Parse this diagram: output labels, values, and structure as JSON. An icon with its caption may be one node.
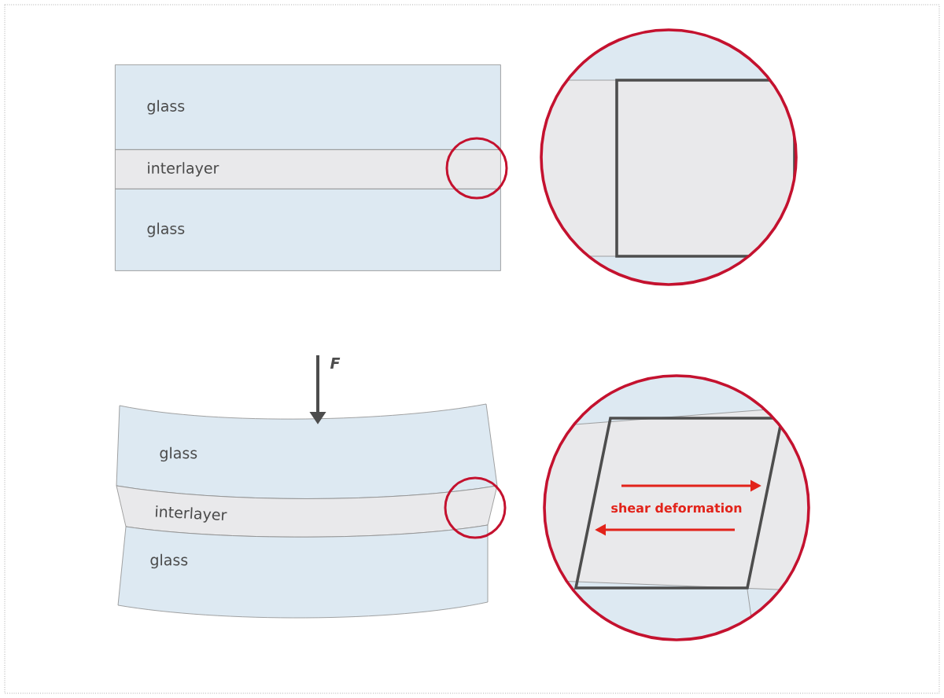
{
  "diagram": {
    "nodes": [
      {
        "text": [
          "glass"
        ]
      },
      {
        "text": [
          "interlayer"
        ]
      },
      {
        "text": [
          "glass"
        ]
      },
      {
        "text": [
          "glass"
        ]
      },
      {
        "text": [
          "interlayer"
        ]
      },
      {
        "text": [
          "glass"
        ]
      }
    ],
    "labels": [
      "F",
      "shear deformation"
    ]
  }
}
